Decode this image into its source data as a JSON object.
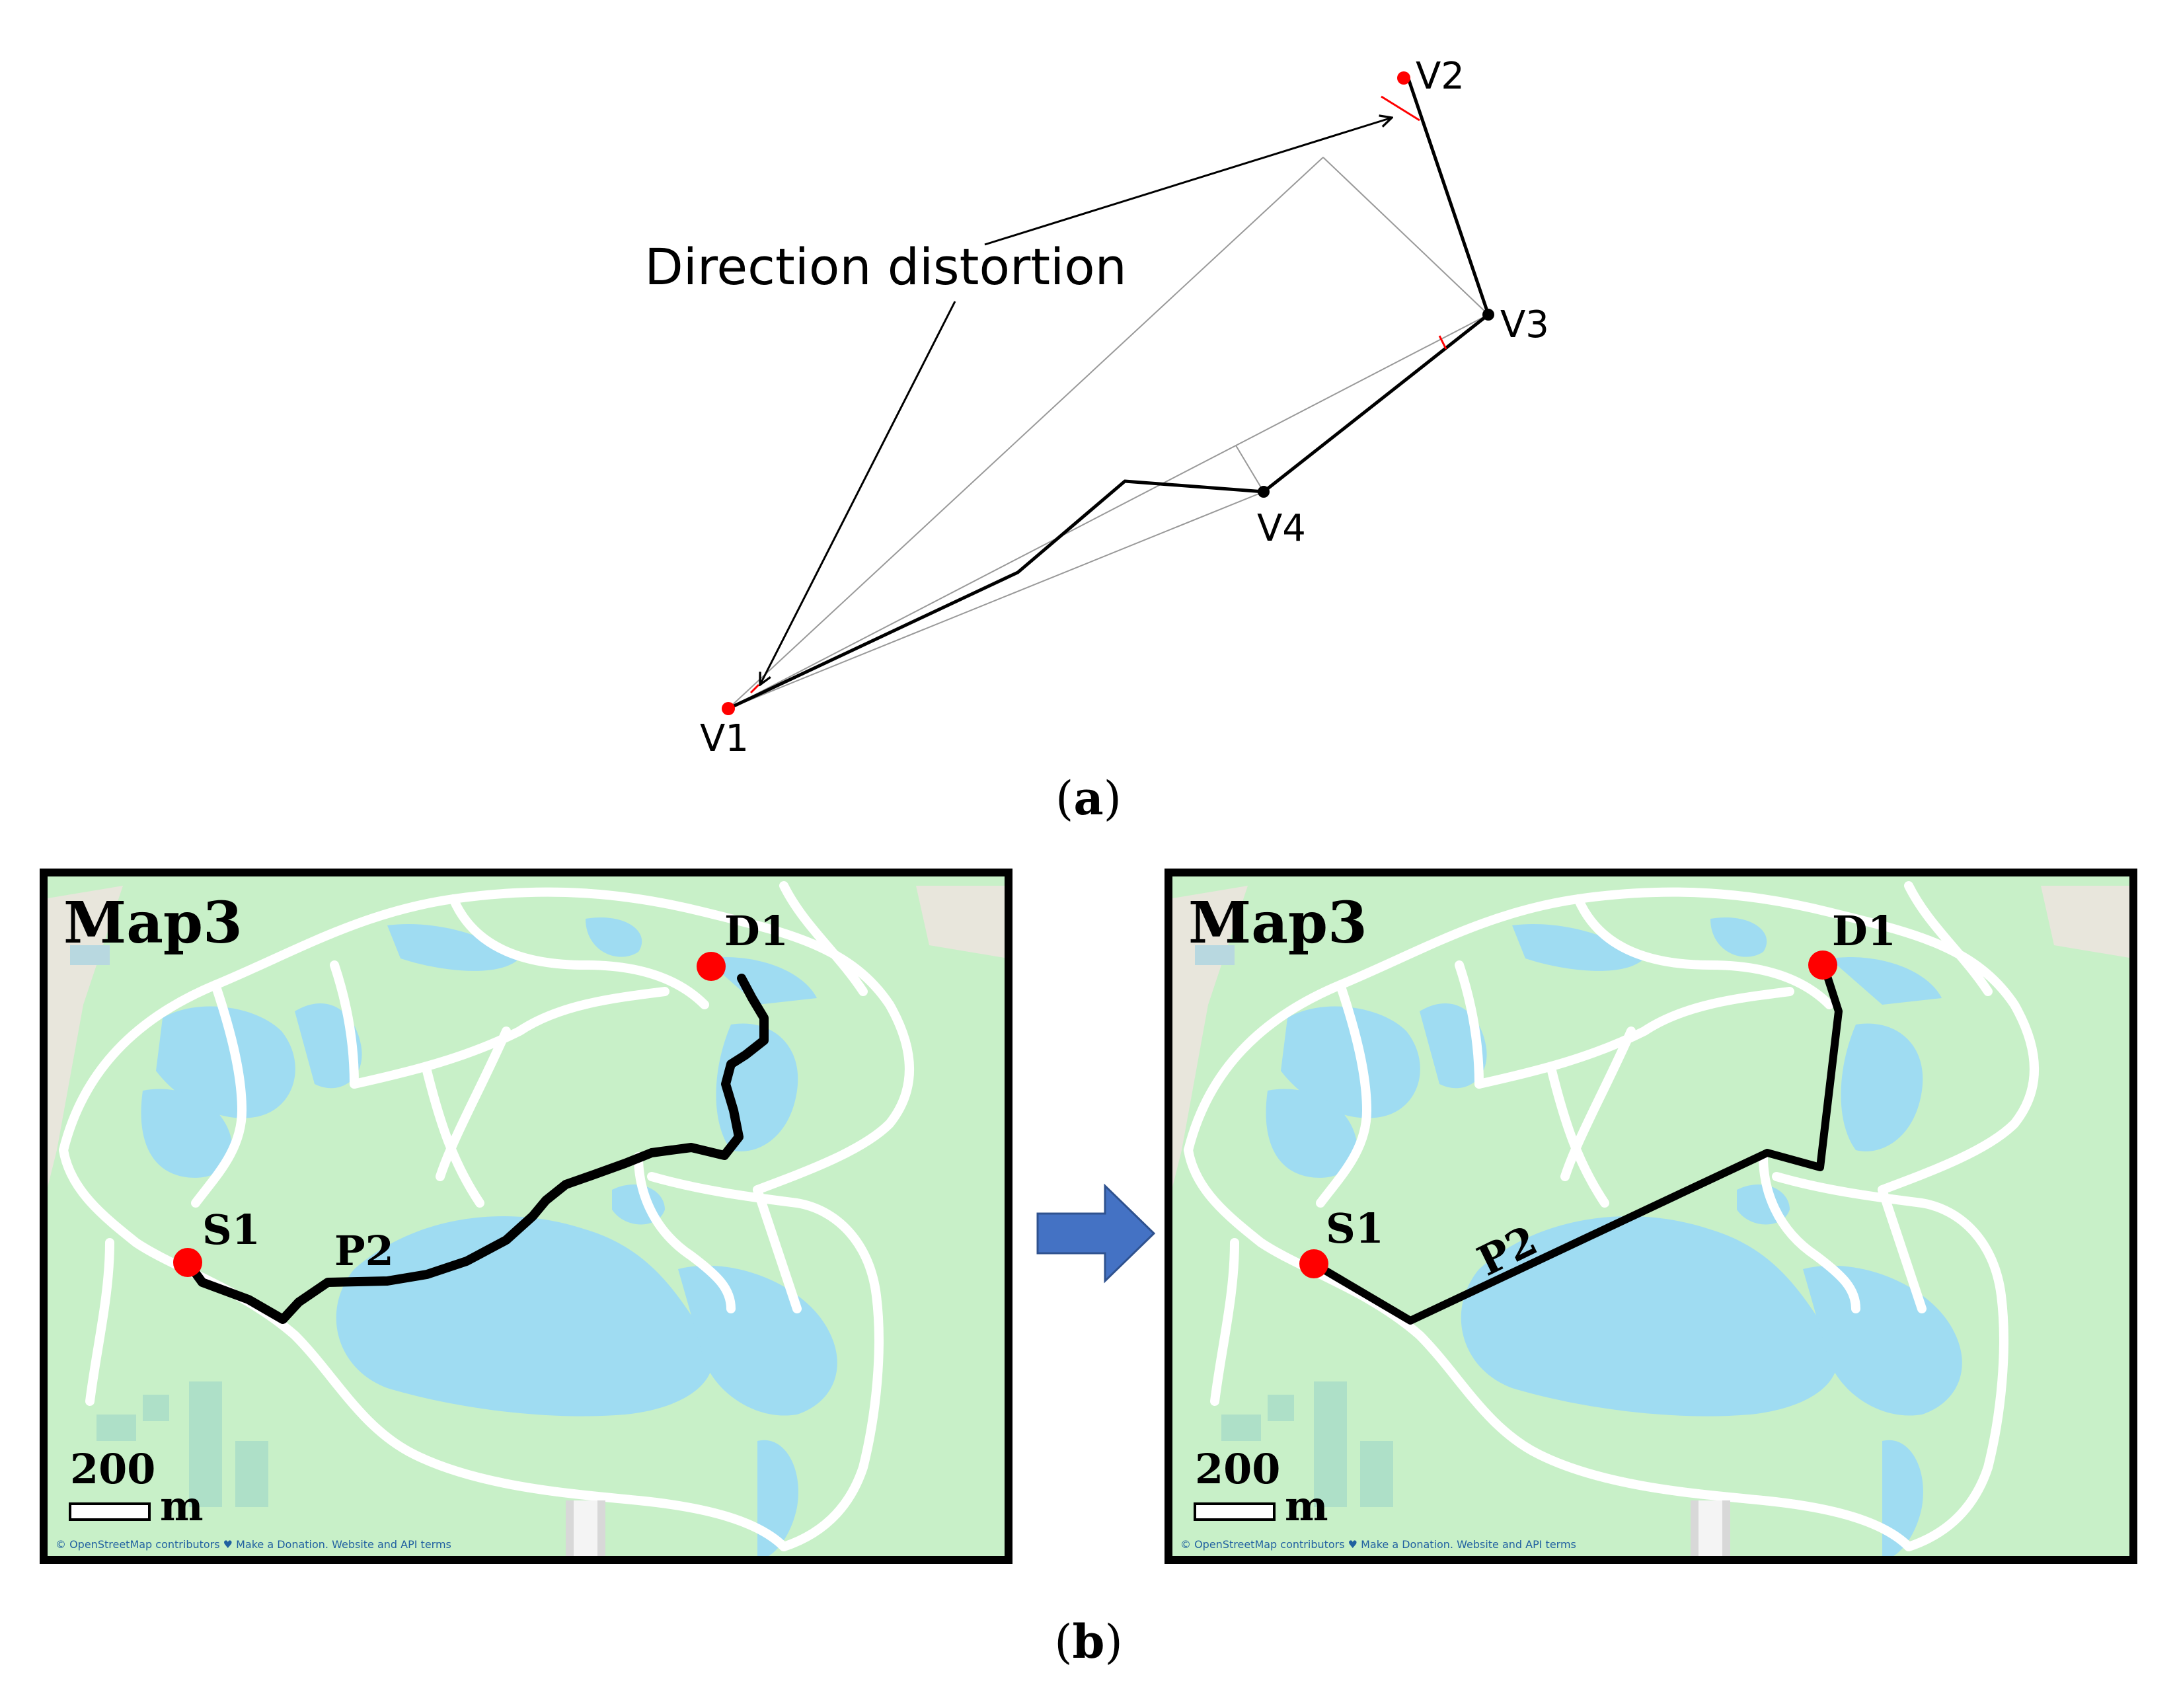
{
  "panel_a": {
    "caption": "(a)",
    "caption_letter": "a",
    "annotation": "Direction distortion",
    "vertices": [
      {
        "id": "V1",
        "label": "V1",
        "color": "#ff0000"
      },
      {
        "id": "V2",
        "label": "V2",
        "color": "#ff0000"
      },
      {
        "id": "V3",
        "label": "V3",
        "color": "#000000"
      },
      {
        "id": "V4",
        "label": "V4",
        "color": "#000000"
      }
    ]
  },
  "panel_b": {
    "caption": "(b)",
    "caption_letter": "b",
    "arrow_color": "#4472c4",
    "maps": [
      {
        "title": "Map3",
        "start_label": "S1",
        "dest_label": "D1",
        "path_label": "P2",
        "scale_value": "200",
        "scale_unit": "m",
        "attribution": "© OpenStreetMap contributors ♥ Make a Donation. Website and API terms",
        "path_style": "original"
      },
      {
        "title": "Map3",
        "start_label": "S1",
        "dest_label": "D1",
        "path_label": "P2",
        "scale_value": "200",
        "scale_unit": "m",
        "attribution": "© OpenStreetMap contributors ♥ Make a Donation. Website and API terms",
        "path_style": "simplified"
      }
    ]
  },
  "colors": {
    "land": "#c8f0c8",
    "water": "#9fdcf2",
    "road": "#ffffff",
    "point": "#ff0000",
    "path": "#000000"
  }
}
